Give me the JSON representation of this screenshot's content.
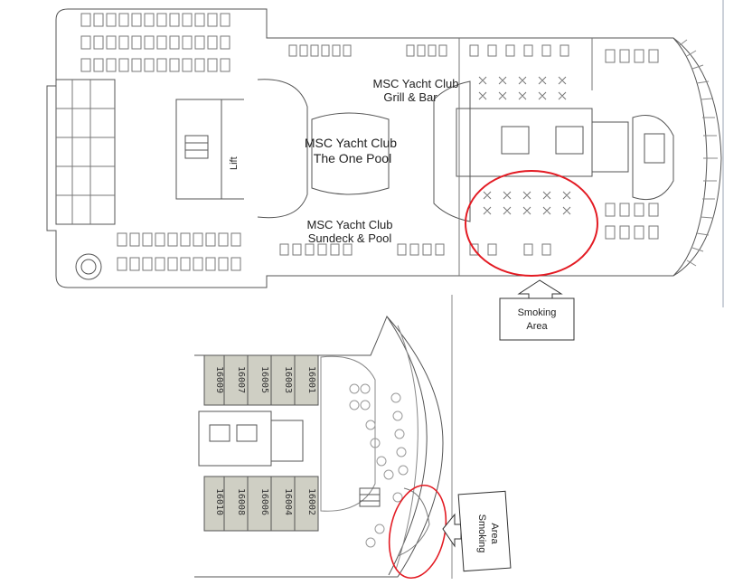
{
  "top_plan": {
    "labels": {
      "grill_bar_1": "MSC Yacht Club",
      "grill_bar_2": "Grill & Bar",
      "one_pool_1": "MSC Yacht Club",
      "one_pool_2": "The One Pool",
      "sundeck_1": "MSC Yacht Club",
      "sundeck_2": "Sundeck & Pool",
      "lift": "Lift"
    },
    "callout": {
      "line1": "Smoking",
      "line2": "Area"
    }
  },
  "bottom_plan": {
    "cabins_top": [
      "16009",
      "16007",
      "16005",
      "16003",
      "16001"
    ],
    "cabins_bottom": [
      "16010",
      "16008",
      "16006",
      "16004",
      "16002"
    ],
    "callout": {
      "line1": "Smoking",
      "line2": "Area"
    }
  },
  "colors": {
    "line": "#555555",
    "circle": "#e31b23",
    "cabin_fill": "#cfcfc4"
  }
}
